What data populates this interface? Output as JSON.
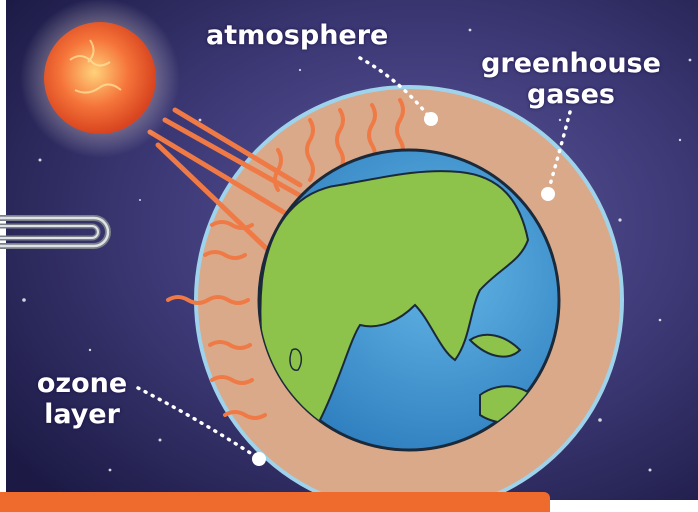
{
  "labels": {
    "atmosphere": "atmosphere",
    "greenhouse_line1": "greenhouse",
    "greenhouse_line2": "gases",
    "ozone_line1": "ozone",
    "ozone_line2": "layer"
  },
  "colors": {
    "space_dark": "#1c1a45",
    "space_mid": "#4a4584",
    "atmosphere_ring": "#d9a98a",
    "ozone_outline": "#9fd3ec",
    "ocean": "#4a9fd8",
    "land": "#8dc34a",
    "heat_arrows": "#f07a45",
    "bottom_bar": "#ef6a2d",
    "sun": "#f5743a"
  },
  "icons": {
    "sun": "sun-icon",
    "earth": "earth-icon",
    "paperclip": "paperclip-icon"
  }
}
